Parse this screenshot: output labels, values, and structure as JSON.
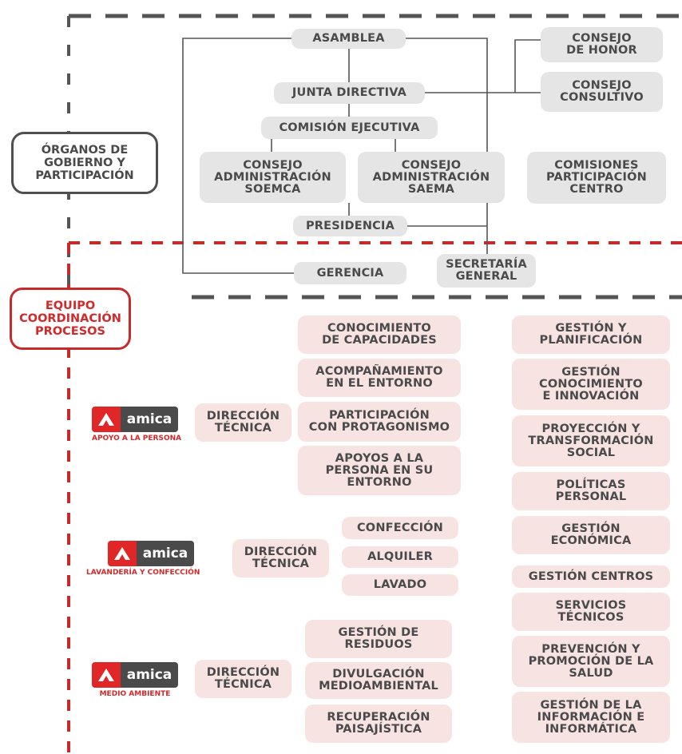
{
  "sections": {
    "governance": "ÓRGANOS DE\nGOBIERNO Y\nPARTICIPACIÓN",
    "coordination": "EQUIPO\nCOORDINACIÓN\nPROCESOS"
  },
  "governance_nodes": {
    "asamblea": "ASAMBLEA",
    "junta_directiva": "JUNTA DIRECTIVA",
    "comision_ejecutiva": "COMISIÓN EJECUTIVA",
    "consejo_soemca": "CONSEJO\nADMINISTRACIÓN\nSOEMCA",
    "consejo_saema": "CONSEJO\nADMINISTRACIÓN\nSAEMA",
    "presidencia": "PRESIDENCIA",
    "gerencia": "GERENCIA",
    "secretaria_general": "SECRETARÍA\nGENERAL",
    "consejo_honor": "CONSEJO\nDE HONOR",
    "consejo_consultivo": "CONSEJO\nCONSULTIVO",
    "comisiones_participacion": "COMISIONES\nPARTICIPACIÓN\nCENTRO"
  },
  "divisions": [
    {
      "brand": "amica",
      "caption": "APOYO A LA PERSONA",
      "direction": "DIRECCIÓN\nTÉCNICA",
      "processes": [
        "CONOCIMIENTO\nDE CAPACIDADES",
        "ACOMPAÑAMIENTO\nEN EL ENTORNO",
        "PARTICIPACIÓN\nCON PROTAGONISMO",
        "APOYOS A LA\nPERSONA EN SU\nENTORNO"
      ]
    },
    {
      "brand": "amica",
      "caption": "LAVANDERÍA Y CONFECCIÓN",
      "direction": "DIRECCIÓN\nTÉCNICA",
      "processes": [
        "CONFECCIÓN",
        "ALQUILER",
        "LAVADO"
      ]
    },
    {
      "brand": "amica",
      "caption": "MEDIO AMBIENTE",
      "direction": "DIRECCIÓN\nTÉCNICA",
      "processes": [
        "GESTIÓN DE\nRESIDUOS",
        "DIVULGACIÓN\nMEDIOAMBIENTAL",
        "RECUPERACIÓN\nPAISAJÍSTICA"
      ]
    }
  ],
  "support_processes": [
    "GESTIÓN Y\nPLANIFICACIÓN",
    "GESTIÓN\nCONOCIMIENTO\nE INNOVACIÓN",
    "PROYECCIÓN Y\nTRANSFORMACIÓN\nSOCIAL",
    "POLÍTICAS\nPERSONAL",
    "GESTIÓN\nECONÓMICA",
    "GESTIÓN CENTROS",
    "SERVICIOS\nTÉCNICOS",
    "PREVENCIÓN Y\nPROMOCIÓN DE LA\nSALUD",
    "GESTIÓN DE LA\nINFORMACIÓN E\nINFORMÁTICA"
  ],
  "colors": {
    "grey_box": "#e5e5e5",
    "pink_box": "#f8e3e3",
    "text": "#4a4a4a",
    "accent_red": "#d22a2a",
    "dash_grey": "#555555"
  }
}
